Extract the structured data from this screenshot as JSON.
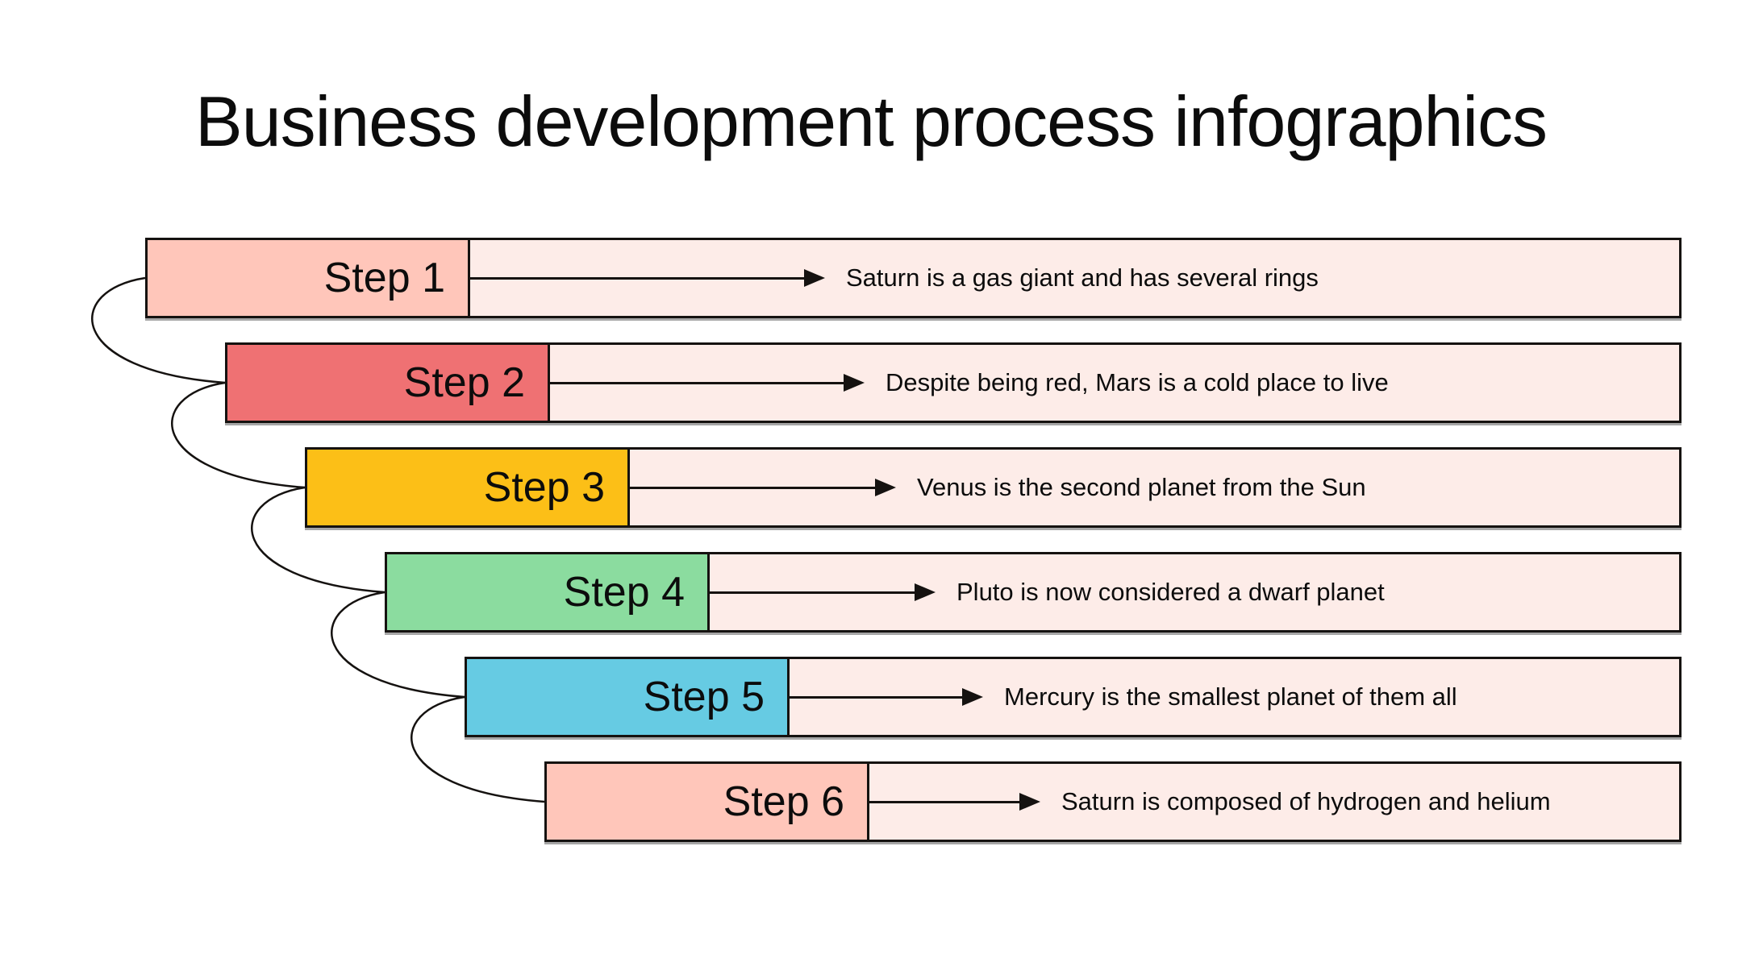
{
  "title": "Business development process infographics",
  "steps": [
    {
      "label": "Step 1",
      "description": "Saturn is a gas giant and has several rings",
      "color": "#FFC6BA"
    },
    {
      "label": "Step 2",
      "description": "Despite being red, Mars is a cold place to live",
      "color": "#EF7173"
    },
    {
      "label": "Step 3",
      "description": "Venus is the second planet from the Sun",
      "color": "#FCBF17"
    },
    {
      "label": "Step 4",
      "description": "Pluto is now considered a dwarf planet",
      "color": "#8BDC9F"
    },
    {
      "label": "Step 5",
      "description": "Mercury is the smallest planet of them all",
      "color": "#66CBE3"
    },
    {
      "label": "Step 6",
      "description": "Saturn is composed of hydrogen and helium",
      "color": "#FFC6BA"
    }
  ],
  "colors": {
    "page_background": "#FFFFFF",
    "row_background": "#FDECE8",
    "outline": "#151210",
    "text": "#0C0C0C"
  }
}
